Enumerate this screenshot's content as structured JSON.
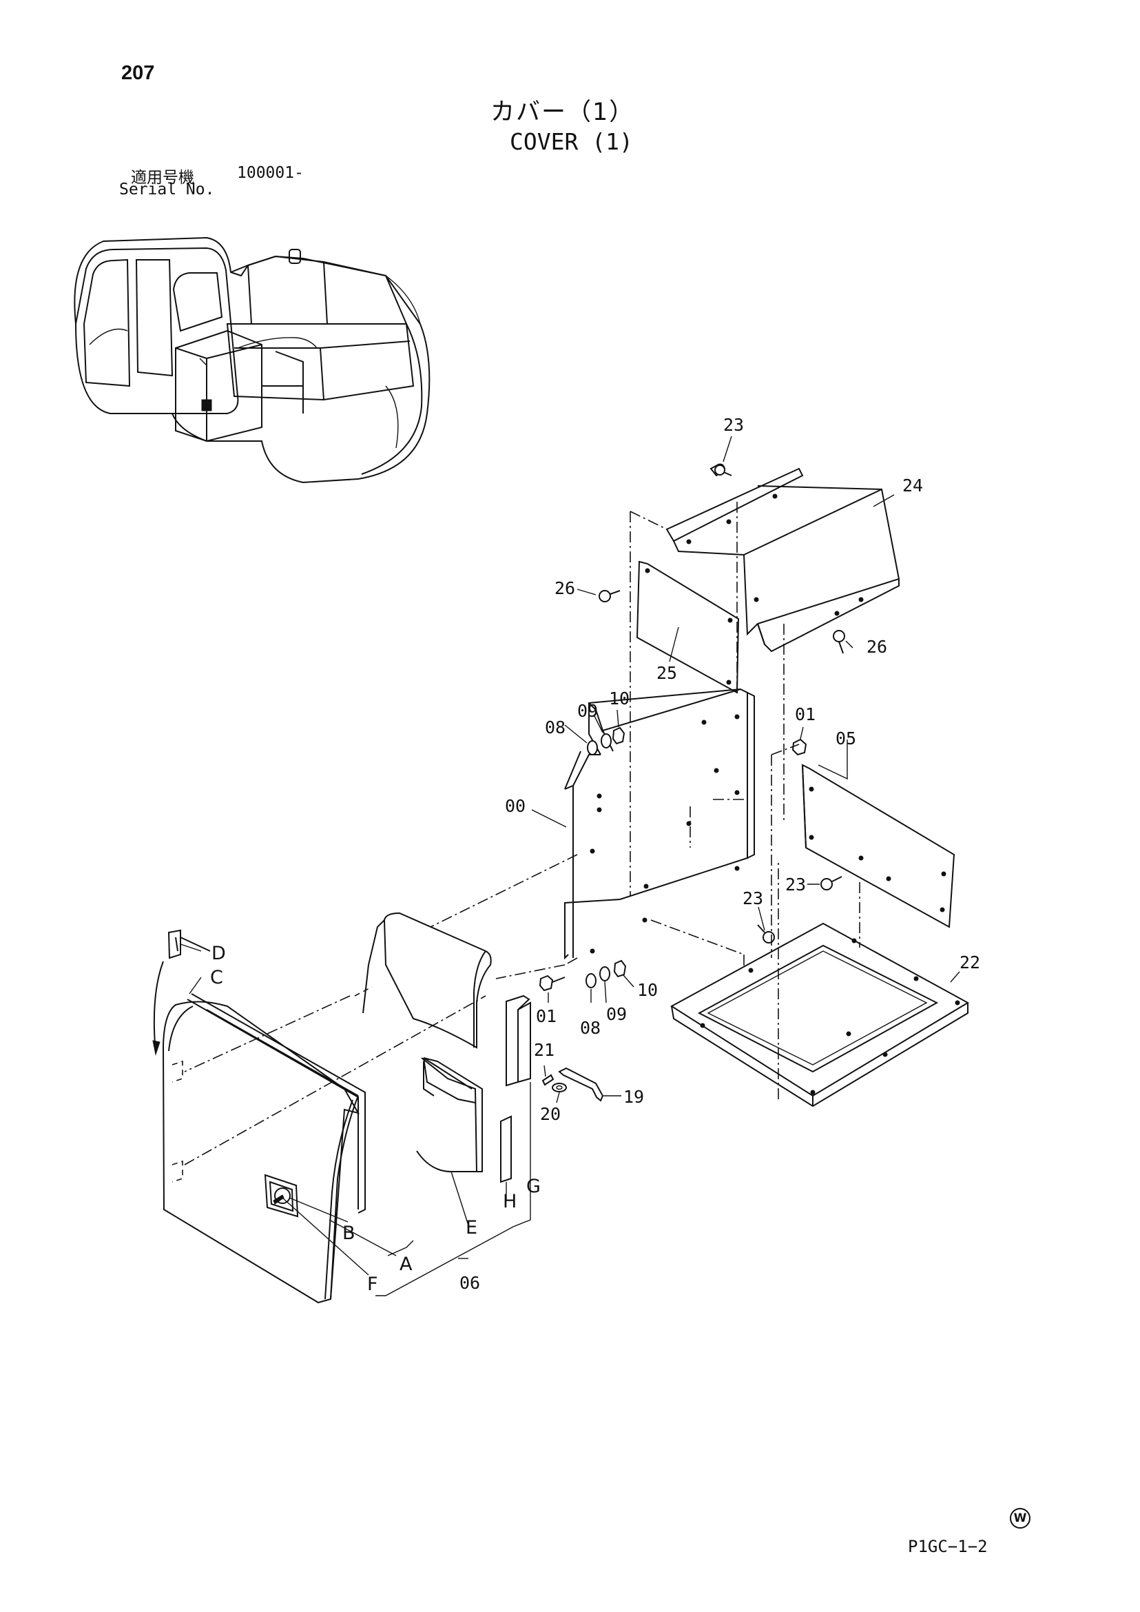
{
  "header": {
    "page_number": "207",
    "title_jp": "カバー（1）",
    "title_en": "COVER (1)"
  },
  "serial": {
    "label_jp": "適用号機",
    "value": "100001-",
    "label_en": "Serial No."
  },
  "callouts": {
    "c00": "00",
    "c01a": "01",
    "c01b": "01",
    "c05": "05",
    "c06": "06",
    "c08a": "08",
    "c08b": "08",
    "c09a": "09",
    "c09b": "09",
    "c10a": "10",
    "c10b": "10",
    "c19": "19",
    "c20": "20",
    "c21": "21",
    "c22": "22",
    "c23a": "23",
    "c23b": "23",
    "c23c": "23",
    "c24": "24",
    "c25": "25",
    "c26a": "26",
    "c26b": "26",
    "lA": "A",
    "lB": "B",
    "lC": "C",
    "lD": "D",
    "lE": "E",
    "lF": "F",
    "lG": "G",
    "lH": "H"
  },
  "footer": {
    "mark": "W",
    "drawing_code": "P1GC−1−2"
  }
}
